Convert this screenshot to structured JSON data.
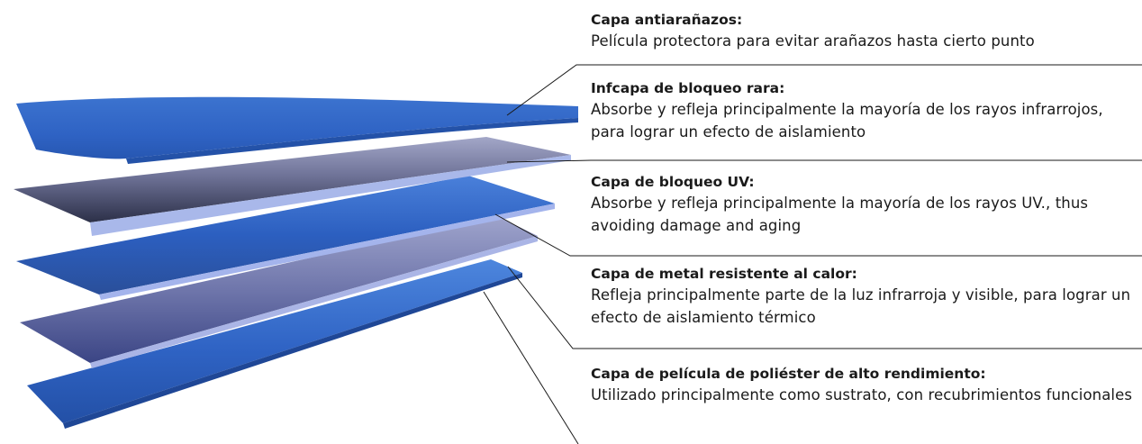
{
  "layers": [
    {
      "title": "Capa antiarañazos:",
      "description": "Película protectora para evitar arañazos hasta cierto punto"
    },
    {
      "title": "Infcapa de bloqueo rara:",
      "description": "Absorbe y refleja principalmente la mayoría de los rayos infrarrojos, para lograr un efecto de aislamiento"
    },
    {
      "title": "Capa de bloqueo UV:",
      "description": "Absorbe y refleja principalmente la mayoría de los rayos UV., thus avoiding damage and aging"
    },
    {
      "title": "Capa de metal resistente al calor:",
      "description": "Refleja principalmente parte de la luz infrarroja y visible, para lograr un efecto de aislamiento térmico"
    },
    {
      "title": "Capa de película de poliéster de alto rendimiento:",
      "description": "Utilizado principalmente como sustrato, con recubrimientos funcionales"
    }
  ],
  "colors": {
    "blue_film": "#2f63c4",
    "blue_light": "#4d86dd",
    "grey_film": "#8c8fb5",
    "dark_film": "#262a3f",
    "edge_highlight": "#a9b8ea",
    "leader_line": "#1a1a1a"
  }
}
